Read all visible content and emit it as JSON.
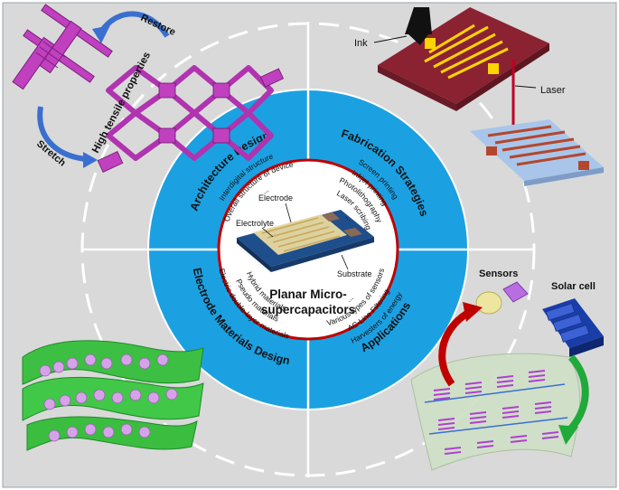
{
  "center": {
    "title_line1": "Planar Micro-",
    "title_line2": "supercapacitors",
    "electrode": "Electrode",
    "electrolyte": "Electrolyte",
    "substrate": "Substrate"
  },
  "quadrants": {
    "architecture": {
      "title": "Architecture Design",
      "items": [
        "Interdigital structure",
        "Overall structure of device",
        "..."
      ]
    },
    "fabrication": {
      "title": "Fabrication Strategies",
      "items": [
        "Screen printing",
        "Inkjet printing",
        "Photolithography",
        "Laser scribing",
        "..."
      ]
    },
    "materials": {
      "title": "Electrode Materials Design",
      "items": [
        "Electric double-layer materials",
        "Pseudo materials",
        "Hybrid materials"
      ]
    },
    "applications": {
      "title": "Applications",
      "items": [
        "Harvesters of energy",
        "AC-Line Filtering",
        "Various types of sensors",
        "..."
      ]
    }
  },
  "callouts": {
    "restore": "Restore",
    "stretch": "Stretch",
    "tensile": "High tensile properties",
    "ink": "Ink",
    "laser": "Laser",
    "sensors": "Sensors",
    "solar": "Solar cell"
  },
  "colors": {
    "quadrant_blue": "#1ba1e2",
    "inner_ring": "#c00000",
    "background": "#d9d9d9",
    "magenta": "#c040c0",
    "substrate_red": "#7a1c2a",
    "green": "#39b54a"
  }
}
